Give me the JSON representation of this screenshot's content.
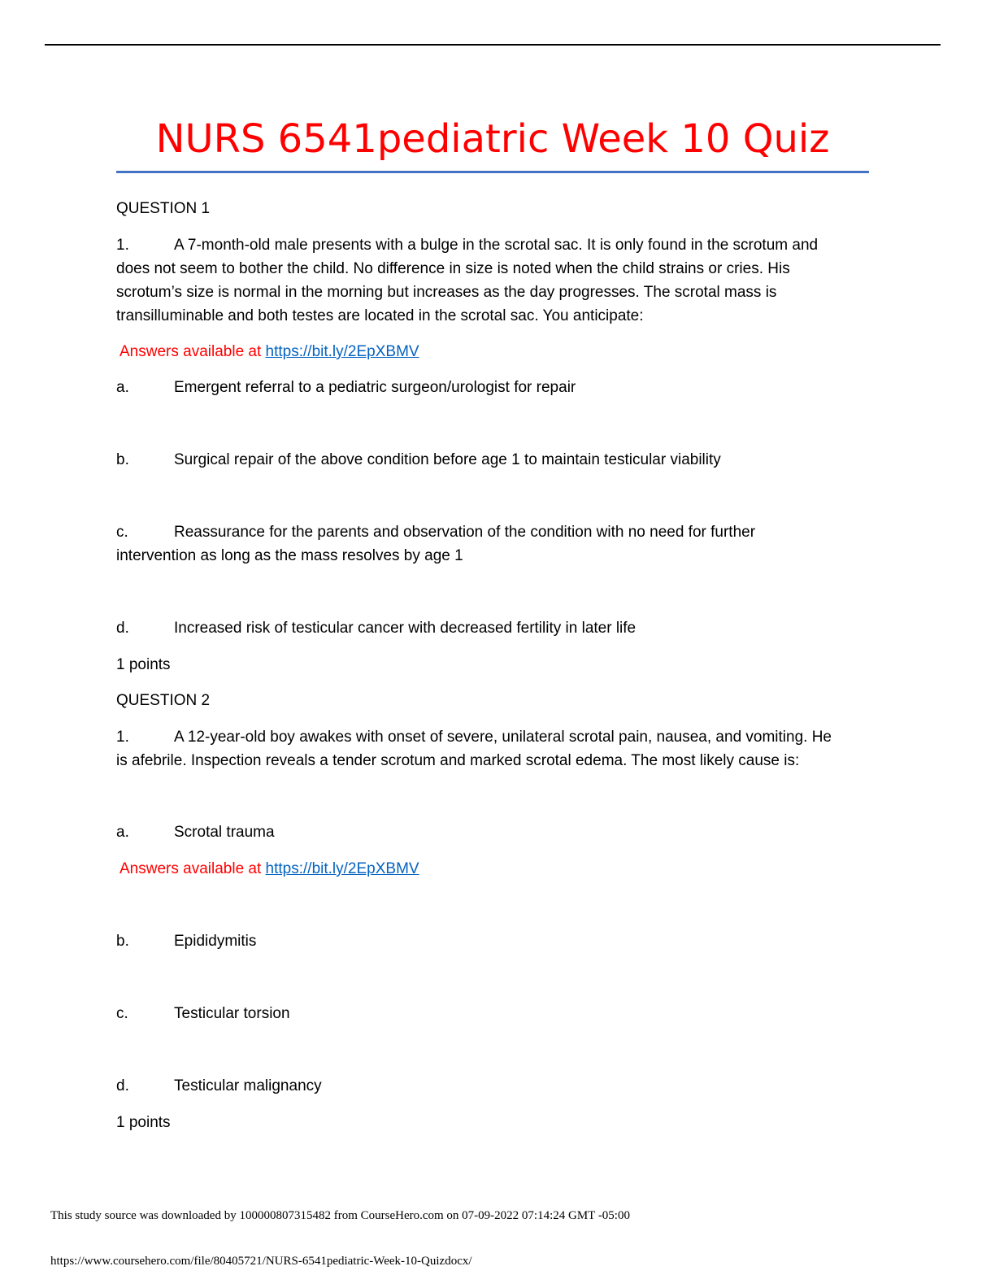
{
  "document": {
    "title": "NURS 6541pediatric Week 10 Quiz",
    "colors": {
      "title": "#ff0000",
      "title_rule": "#4472c4",
      "answers_note": "#ff0000",
      "link": "#0563c1"
    }
  },
  "questions": [
    {
      "heading": "QUESTION 1",
      "number": "1.",
      "stem_line1": "A 7-month-old male presents with a bulge in the scrotal sac. It is only found in the scrotum and",
      "stem_line2": "does not seem to bother the child. No difference in size is noted when the child strains or cries. His",
      "stem_line3": "scrotum’s size is normal in the morning but increases as the day progresses. The scrotal mass is",
      "stem_line4": "transilluminable and both testes are located in the scrotal sac. You anticipate:",
      "answers_note": "Answers available at",
      "answers_link": "https://bit.ly/2EpXBMV",
      "options": [
        {
          "letter": "a.",
          "text": "Emergent referral to a pediatric surgeon/urologist for repair"
        },
        {
          "letter": "b.",
          "text": "Surgical repair of the above condition before age 1 to maintain testicular viability"
        },
        {
          "letter": "c.",
          "text": "Reassurance for the parents and observation of the condition with no need for further",
          "text_cont": "intervention as long as the mass resolves by age 1"
        },
        {
          "letter": "d.",
          "text": "Increased risk of testicular cancer with decreased fertility in later life"
        }
      ],
      "points": "1 points"
    },
    {
      "heading": "QUESTION 2",
      "number": "1.",
      "stem_line1": "A 12-year-old boy awakes with onset of severe, unilateral scrotal pain, nausea, and vomiting. He",
      "stem_line2": "is afebrile. Inspection reveals a tender scrotum and marked scrotal edema. The most likely cause is:",
      "answers_note": "Answers available at",
      "answers_link": "https://bit.ly/2EpXBMV",
      "options": [
        {
          "letter": "a.",
          "text": "Scrotal trauma"
        },
        {
          "letter": "b.",
          "text": "Epididymitis"
        },
        {
          "letter": "c.",
          "text": "Testicular torsion"
        },
        {
          "letter": "d.",
          "text": "Testicular malignancy"
        }
      ],
      "points": "1 points"
    }
  ],
  "footer": {
    "download_notice": "This study source was downloaded by 100000807315482 from CourseHero.com on 07-09-2022 07:14:24 GMT -05:00",
    "source_url": "https://www.coursehero.com/file/80405721/NURS-6541pediatric-Week-10-Quizdocx/"
  }
}
